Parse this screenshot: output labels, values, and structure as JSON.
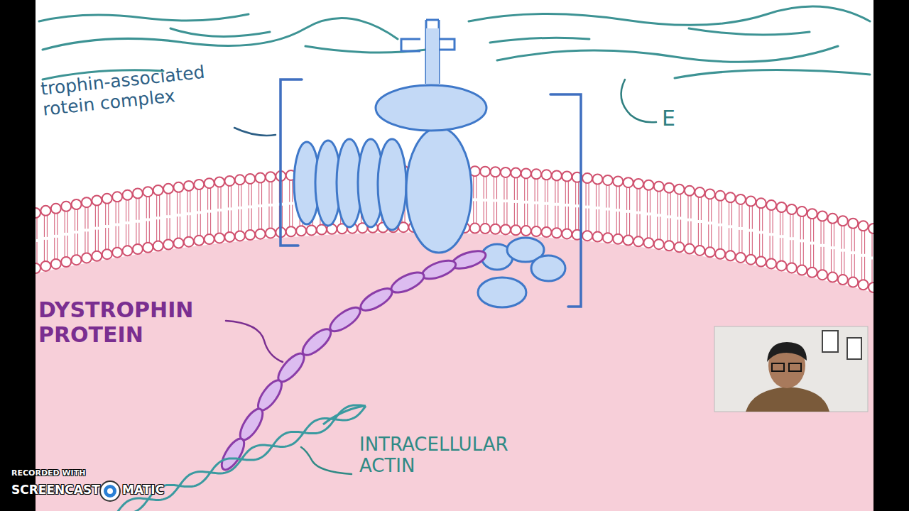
{
  "diagram": {
    "labels": [
      "trophin-associated rotein complex",
      "E",
      "DYSTROPHIN PROTEIN",
      "INTRACELLULAR ACTIN",
      "RECORDED WITH",
      "SCREENCAST",
      "MATIC"
    ]
  }
}
